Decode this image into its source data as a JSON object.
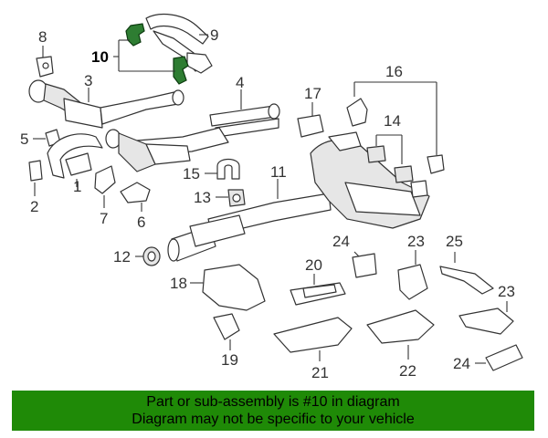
{
  "diagram": {
    "highlight_color": "#1f8a07",
    "callouts": {
      "c1": "1",
      "c2": "2",
      "c3": "3",
      "c4": "4",
      "c5": "5",
      "c6": "6",
      "c7": "7",
      "c8": "8",
      "c9": "9",
      "c10": "10",
      "c11": "11",
      "c12": "12",
      "c13": "13",
      "c14": "14",
      "c15": "15",
      "c16": "16",
      "c17": "17",
      "c18": "18",
      "c19": "19",
      "c20": "20",
      "c21": "21",
      "c22": "22",
      "c23a": "23",
      "c23b": "23",
      "c24a": "24",
      "c24b": "24",
      "c25": "25"
    }
  },
  "notice": {
    "line1": "Part or sub-assembly is #10 in diagram",
    "line2": "Diagram may not be specific to your vehicle"
  }
}
